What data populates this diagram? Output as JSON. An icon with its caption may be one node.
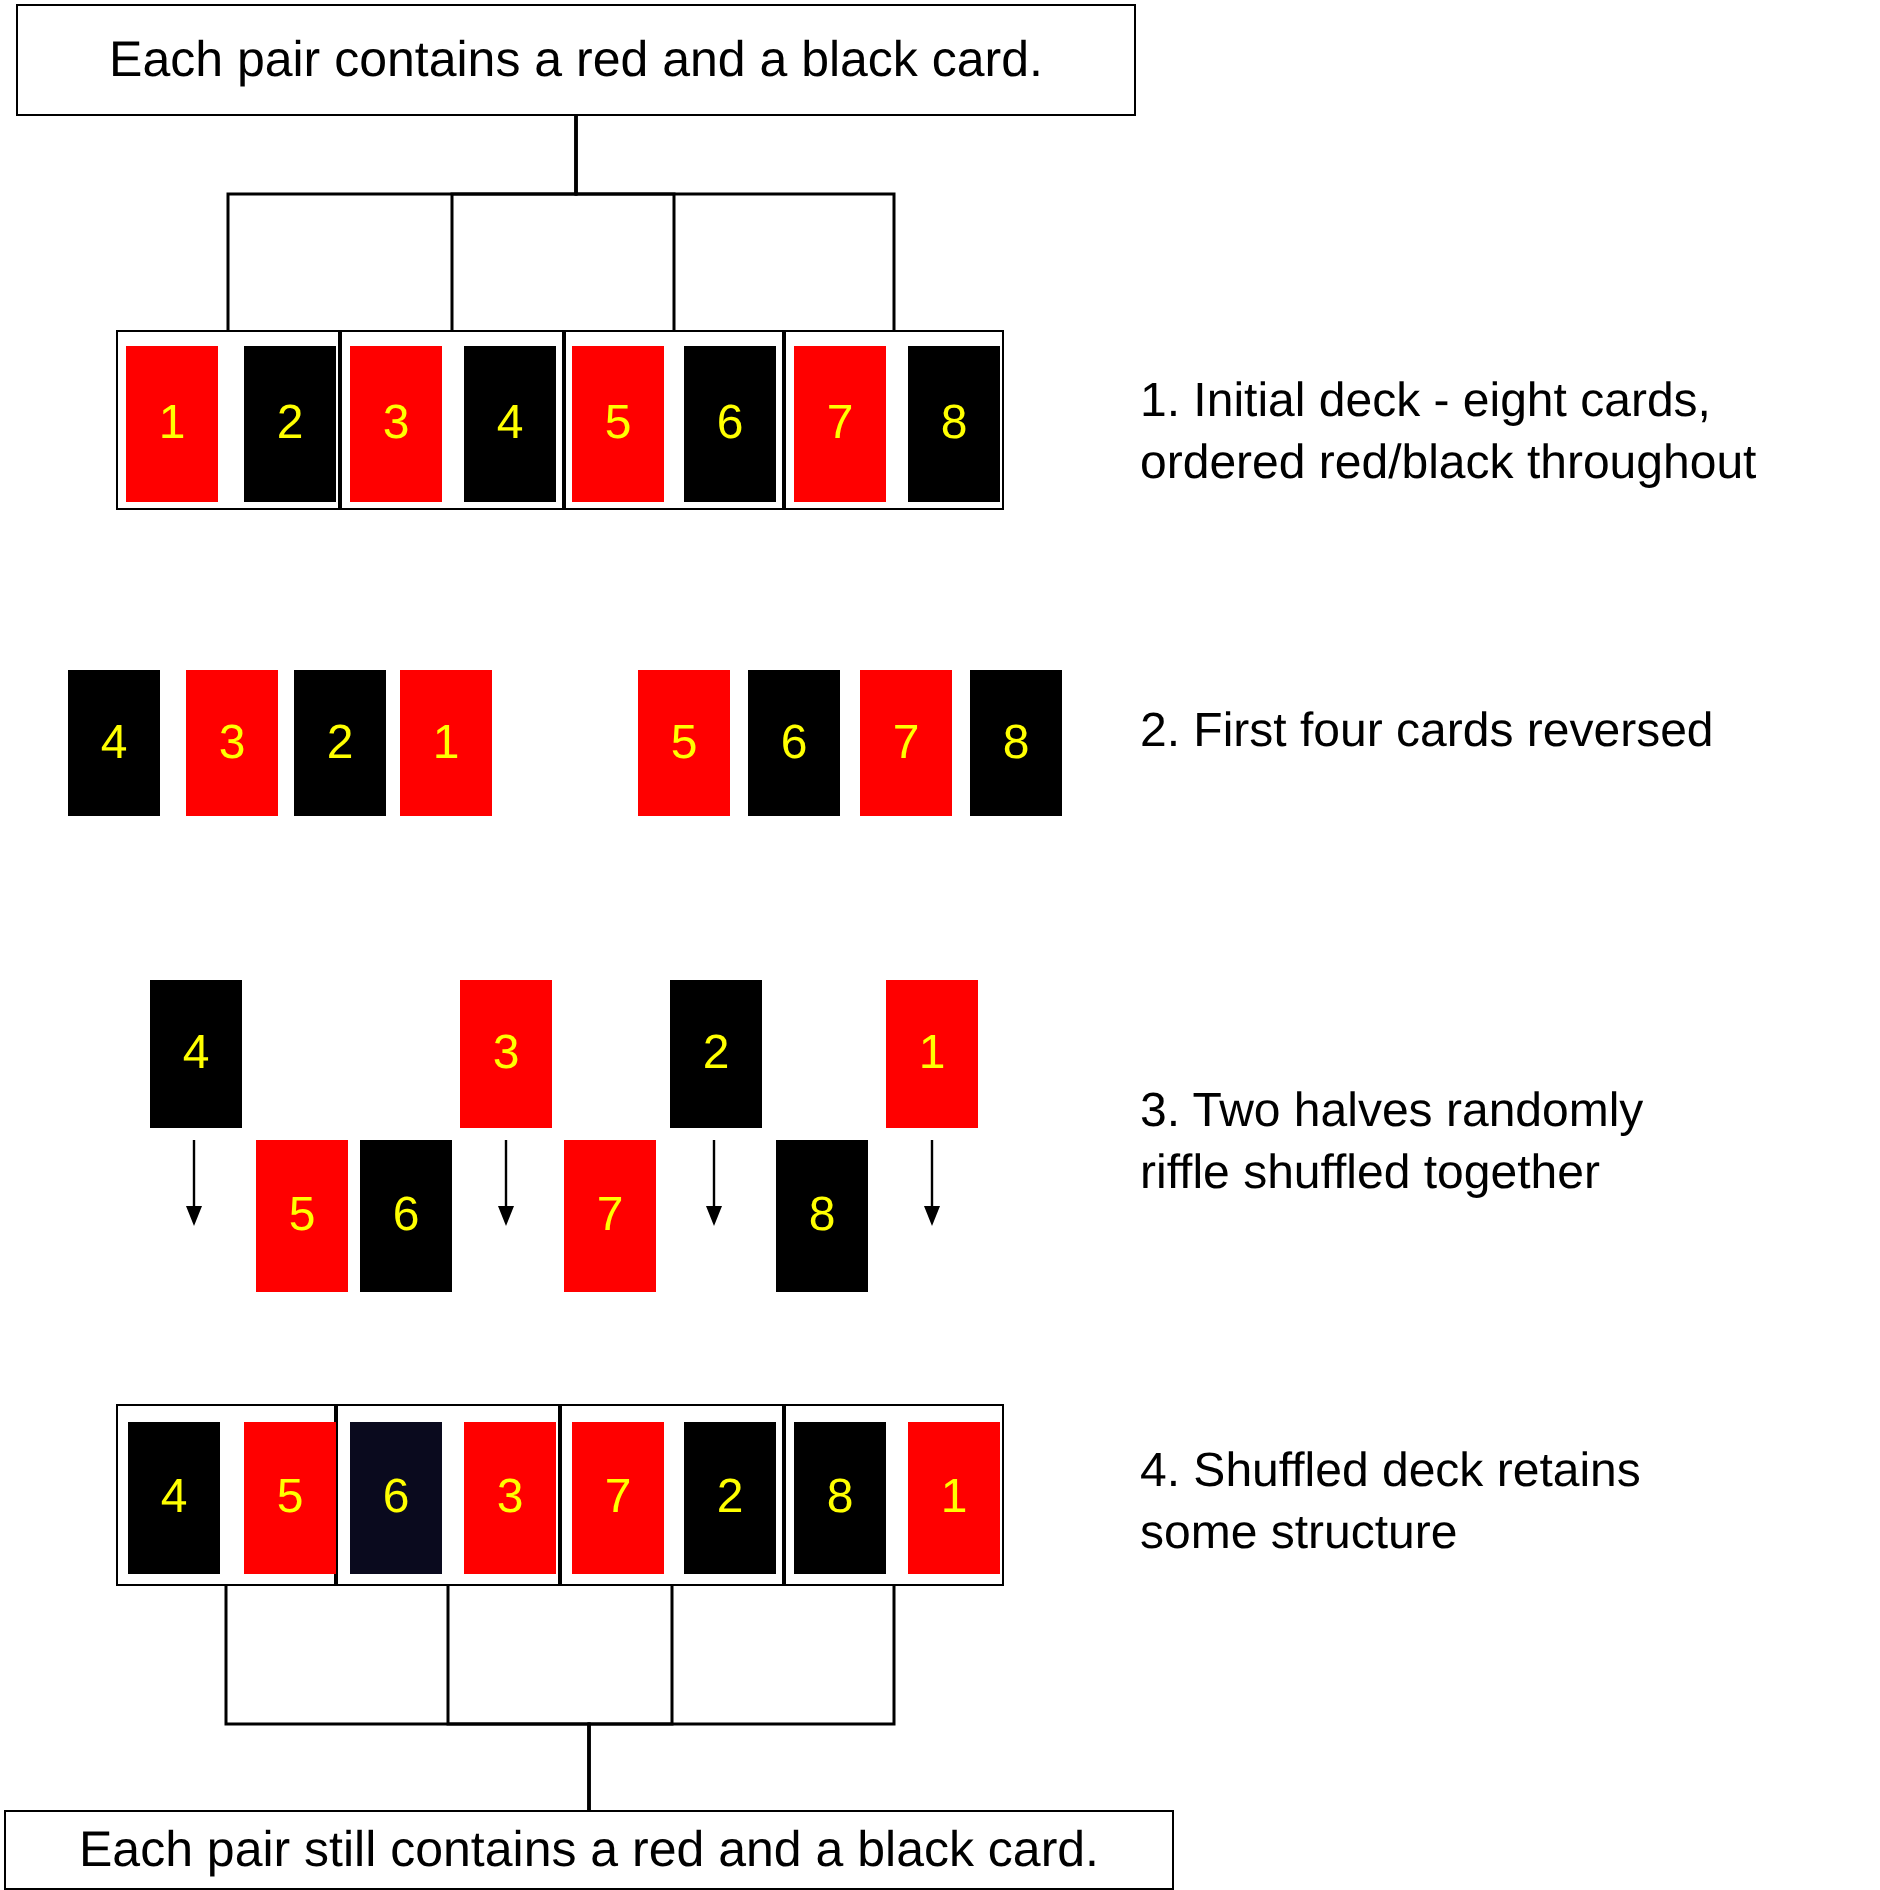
{
  "diagram": {
    "nodes": [
      {
        "text": [
          "Each pair contains a red and a black card."
        ]
      },
      {
        "text": [],
        "shape": "box"
      },
      {
        "text": [
          "1"
        ],
        "in": 1
      },
      {
        "text": [
          "2"
        ],
        "in": 1
      },
      {
        "text": [],
        "shape": "box"
      },
      {
        "text": [
          "3"
        ],
        "in": 4
      },
      {
        "text": [
          "4"
        ],
        "in": 4
      },
      {
        "text": [],
        "shape": "box"
      },
      {
        "text": [
          "5"
        ],
        "in": 7
      },
      {
        "text": [
          "6"
        ],
        "in": 7
      },
      {
        "text": [],
        "shape": "box"
      },
      {
        "text": [
          "7"
        ],
        "in": 10
      },
      {
        "text": [
          "8"
        ],
        "in": 10
      },
      {
        "text": [
          "4"
        ]
      },
      {
        "text": [
          "3"
        ]
      },
      {
        "text": [
          "2"
        ]
      },
      {
        "text": [
          "1"
        ]
      },
      {
        "text": [
          "5"
        ]
      },
      {
        "text": [
          "6"
        ]
      },
      {
        "text": [
          "7"
        ]
      },
      {
        "text": [
          "8"
        ]
      },
      {
        "text": [
          "4"
        ]
      },
      {
        "text": [
          "5"
        ]
      },
      {
        "text": [
          "6"
        ]
      },
      {
        "text": [
          "3"
        ]
      },
      {
        "text": [
          "7"
        ]
      },
      {
        "text": [
          "2"
        ]
      },
      {
        "text": [
          "8"
        ]
      },
      {
        "text": [
          "1"
        ]
      },
      {
        "text": [],
        "shape": "box"
      },
      {
        "text": [
          "4"
        ],
        "in": 29
      },
      {
        "text": [
          "5"
        ],
        "in": 29
      },
      {
        "text": [],
        "shape": "box"
      },
      {
        "text": [
          "6"
        ],
        "in": 32
      },
      {
        "text": [
          "3"
        ],
        "in": 32
      },
      {
        "text": [],
        "shape": "box"
      },
      {
        "text": [
          "7"
        ],
        "in": 35
      },
      {
        "text": [
          "2"
        ],
        "in": 35
      },
      {
        "text": [],
        "shape": "box"
      },
      {
        "text": [
          "8"
        ],
        "in": 38
      },
      {
        "text": [
          "1"
        ],
        "in": 38
      },
      {
        "text": [
          "Each pair still contains a red and a black card."
        ]
      }
    ],
    "edges": [
      {
        "from": 0,
        "to": 1,
        "arrow": "none"
      },
      {
        "from": 0,
        "to": 4,
        "arrow": "none"
      },
      {
        "from": 0,
        "to": 7,
        "arrow": "none"
      },
      {
        "from": 0,
        "to": 10,
        "arrow": "none"
      },
      {
        "from": 29,
        "to": 41,
        "arrow": "none"
      },
      {
        "from": 32,
        "to": 41,
        "arrow": "none"
      },
      {
        "from": 35,
        "to": 41,
        "arrow": "none"
      },
      {
        "from": 38,
        "to": 41,
        "arrow": "none"
      }
    ],
    "labels": [
      "1. Initial deck - eight cards, ordered red/black throughout",
      "2. First four cards reversed",
      "3. Two halves randomly riffle shuffled together",
      "4. Shuffled deck retains some structure"
    ]
  }
}
